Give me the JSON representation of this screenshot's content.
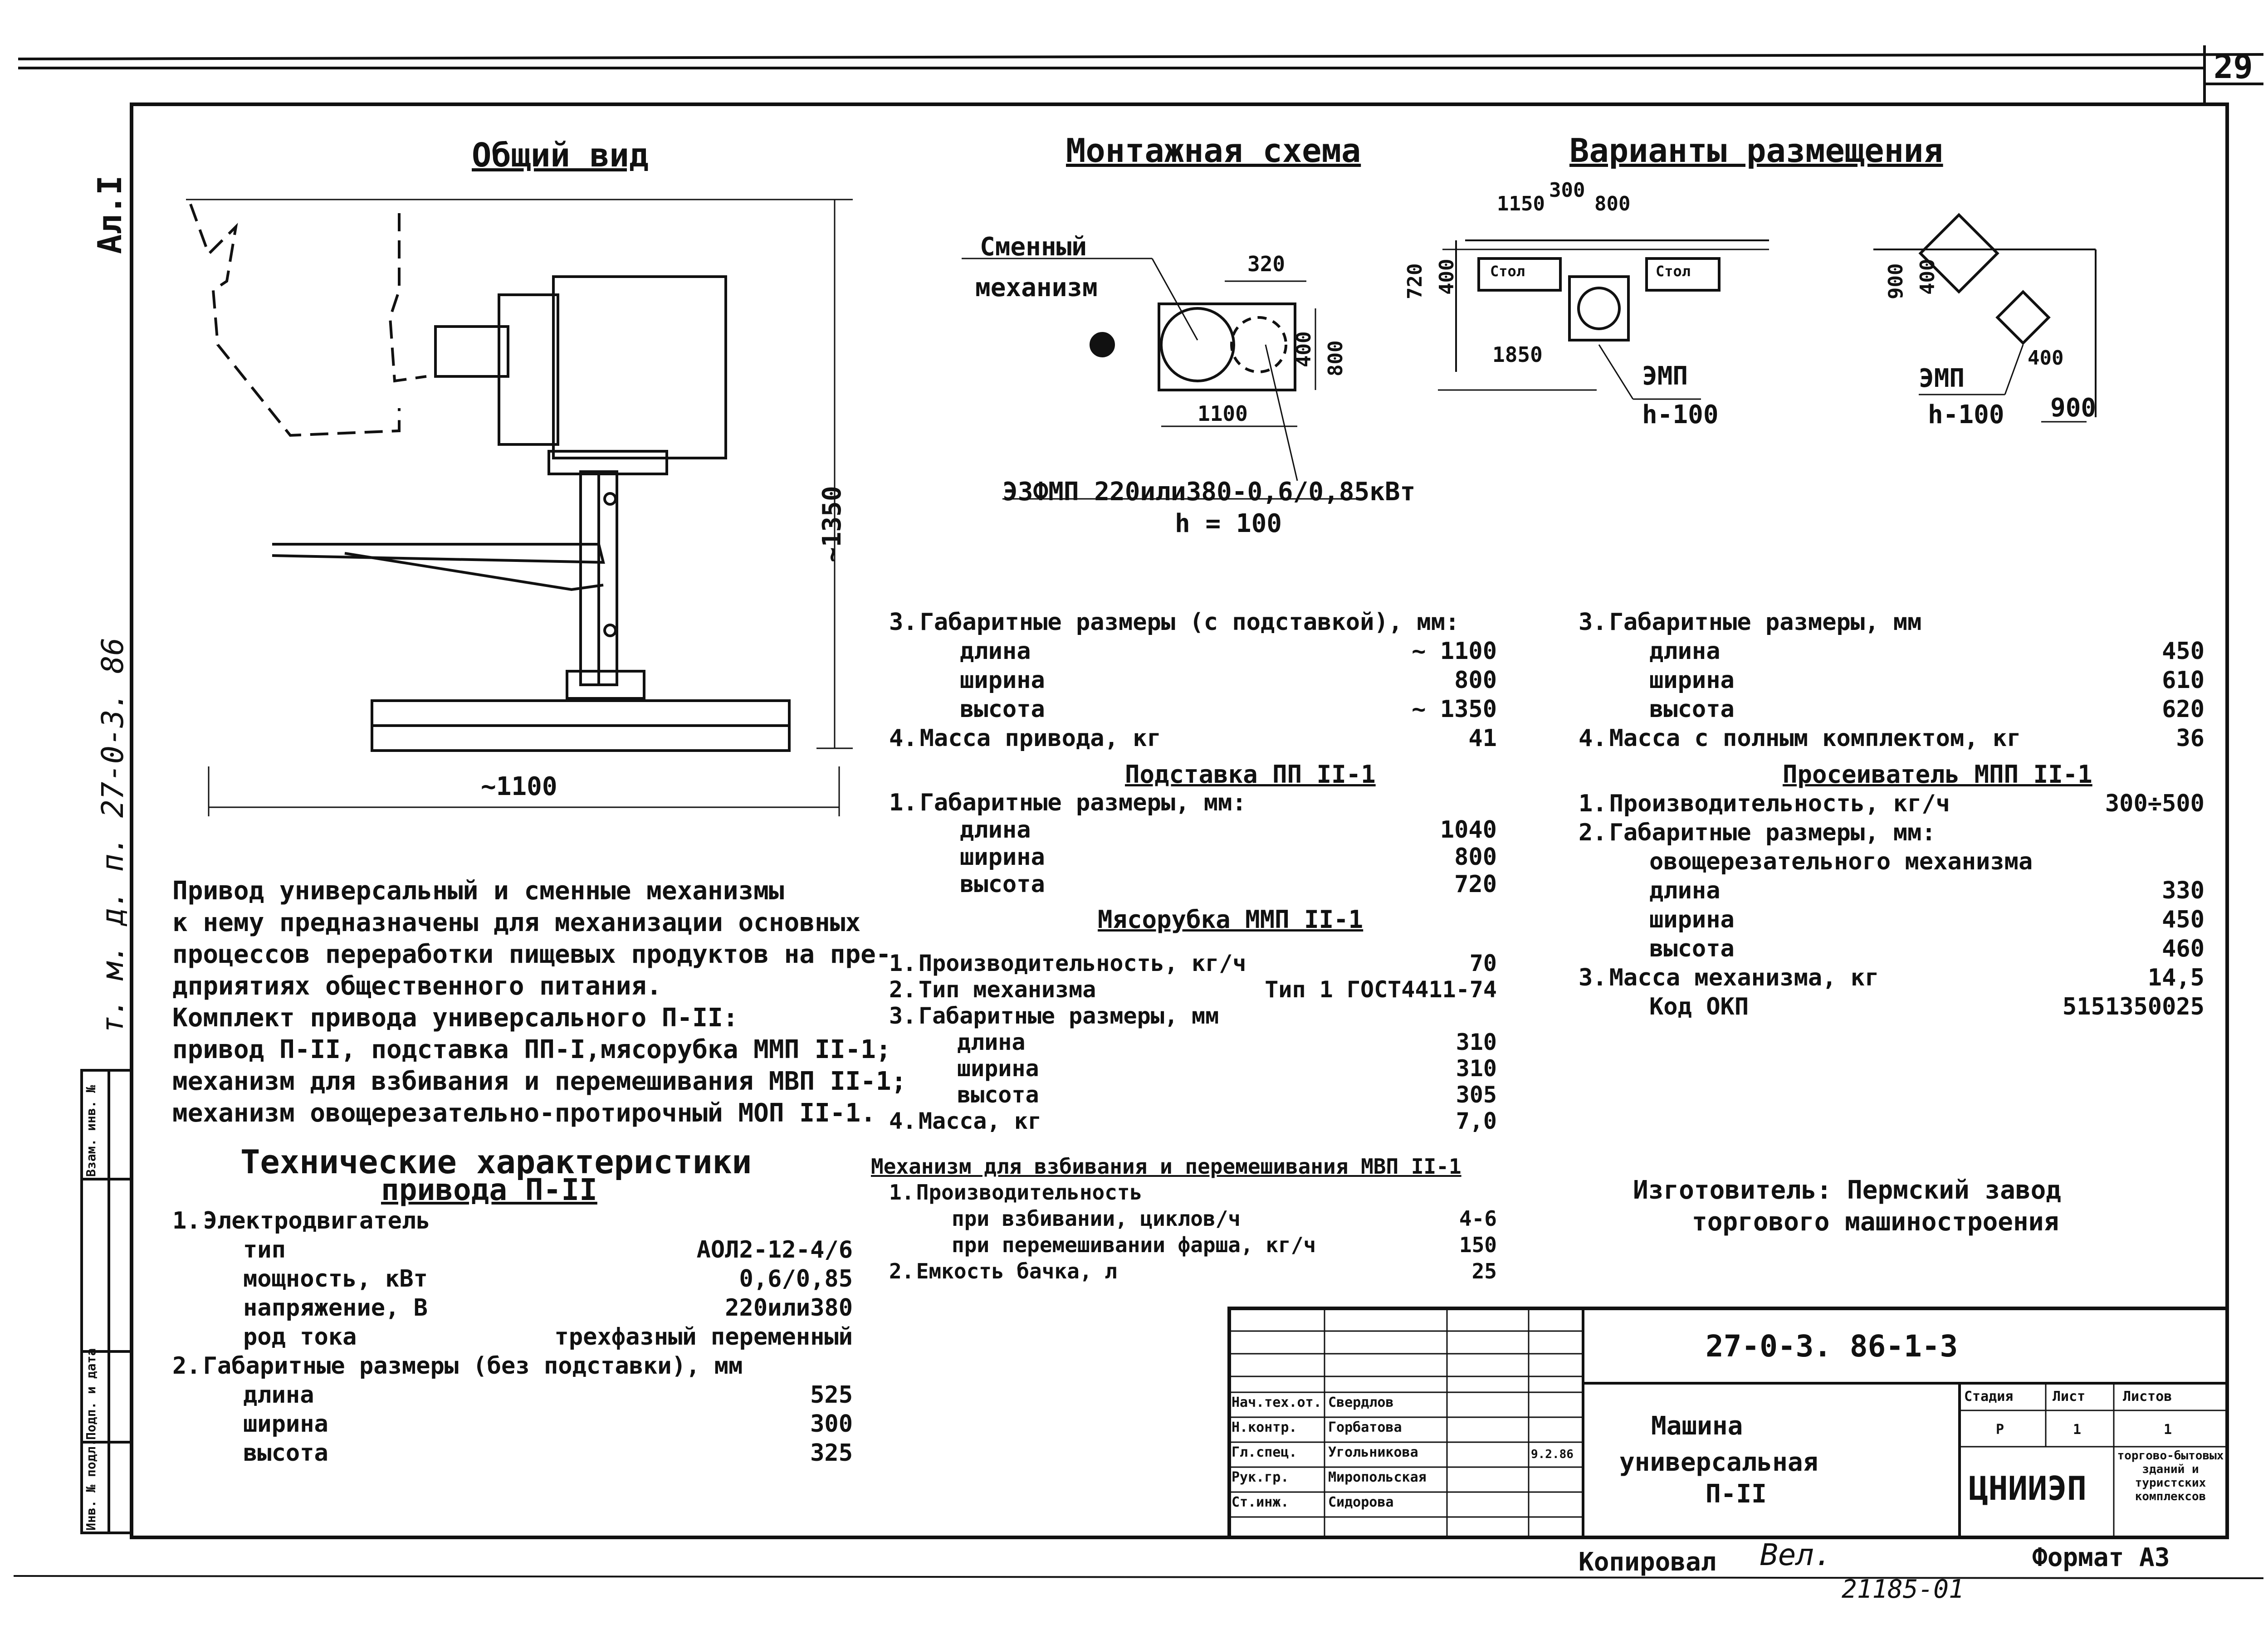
{
  "sheet": {
    "number": "29",
    "corner_code": "Ал.I",
    "left_code": "т. м. д. п. 27-0-3. 86",
    "left_stamp": [
      "Инв. № подл.",
      "Подп. и дата",
      "Взам. инв. №"
    ]
  },
  "general_view": {
    "title": "Общий вид",
    "dim_width": "~1100",
    "dim_height": "~1350"
  },
  "mounting": {
    "title": "Монтажная схема",
    "label": [
      "Сменный",
      "механизм"
    ],
    "dim_320": "320",
    "dim_400": "400",
    "dim_800": "800",
    "dim_1100": "1100",
    "motor": "ЭЗФМП 220или380-0,6/0,85кВт",
    "h": "h = 100"
  },
  "placement": {
    "title": "Варианты размещения",
    "d1150": "1150",
    "d300": "300",
    "d800": "800",
    "d720": "720",
    "d400a": "400",
    "d1850": "1850",
    "stol1": "Стол",
    "stol2": "Стол",
    "emp1": "ЭМП",
    "h1": "h-100",
    "d900a": "900",
    "d400b": "400",
    "d400c": "400",
    "emp2": "ЭМП",
    "h2": "h-100",
    "d900b": "900"
  },
  "description": [
    "Привод универсальный и сменные механизмы",
    "к нему предназначены для механизации основных",
    "процессов переработки пищевых продуктов на пре-",
    "дприятиях общественного питания.",
    "Комплект привода универсального П-II:",
    "привод П-II, подставка ПП-I,мясорубка ММП II-1;",
    "механизм для взбивания и перемешивания МВП II-1;",
    "механизм овощерезательно-протирочный МОП II-1."
  ],
  "tech": {
    "title": "Технические характеристики",
    "subtitle": "привода П-II",
    "items": [
      {
        "n": "1.",
        "label": "Электродвигатель",
        "value": ""
      },
      {
        "n": "",
        "label": "тип",
        "value": "АОЛ2-12-4/6"
      },
      {
        "n": "",
        "label": "мощность, кВт",
        "value": "0,6/0,85"
      },
      {
        "n": "",
        "label": "напряжение, В",
        "value": "220или380"
      },
      {
        "n": "",
        "label": "род тока",
        "value": "трехфазный переменный"
      },
      {
        "n": "2.",
        "label": "Габаритные размеры (без подставки), мм",
        "value": ""
      },
      {
        "n": "",
        "label": "длина",
        "value": "525"
      },
      {
        "n": "",
        "label": "ширина",
        "value": "300"
      },
      {
        "n": "",
        "label": "высота",
        "value": "325"
      }
    ]
  },
  "mid": {
    "items": [
      {
        "n": "3.",
        "label": "Габаритные размеры (с подставкой), мм:",
        "value": ""
      },
      {
        "n": "",
        "label": "длина",
        "value": "~ 1100"
      },
      {
        "n": "",
        "label": "ширина",
        "value": "800"
      },
      {
        "n": "",
        "label": "высота",
        "value": "~ 1350"
      },
      {
        "n": "4.",
        "label": "Масса привода, кг",
        "value": "41"
      }
    ],
    "stand_title": "Подставка ПП II-1",
    "stand": [
      {
        "n": "1.",
        "label": "Габаритные размеры, мм:",
        "value": ""
      },
      {
        "n": "",
        "label": "длина",
        "value": "1040"
      },
      {
        "n": "",
        "label": "ширина",
        "value": "800"
      },
      {
        "n": "",
        "label": "высота",
        "value": "720"
      }
    ],
    "mincer_title": "Мясорубка ММП II-1",
    "mincer": [
      {
        "n": "1.",
        "label": "Производительность, кг/ч",
        "value": "70"
      },
      {
        "n": "2.",
        "label": "Тип механизма",
        "value": "Тип 1 ГОСТ4411-74"
      },
      {
        "n": "3.",
        "label": "Габаритные размеры, мм",
        "value": ""
      },
      {
        "n": "",
        "label": "длина",
        "value": "310"
      },
      {
        "n": "",
        "label": "ширина",
        "value": "310"
      },
      {
        "n": "",
        "label": "высота",
        "value": "305"
      },
      {
        "n": "4.",
        "label": "Масса, кг",
        "value": "7,0"
      }
    ],
    "mixer_title": "Механизм для взбивания и перемешивания МВП II-1",
    "mixer": [
      {
        "n": "1.",
        "label": "Производительность",
        "value": ""
      },
      {
        "n": "",
        "label": "при взбивании, циклов/ч",
        "value": "4-6"
      },
      {
        "n": "",
        "label": "при перемешивании фарша, кг/ч",
        "value": "150"
      },
      {
        "n": "2.",
        "label": "Емкость бачка, л",
        "value": "25"
      }
    ]
  },
  "right": {
    "items": [
      {
        "n": "3.",
        "label": "Габаритные размеры, мм",
        "value": ""
      },
      {
        "n": "",
        "label": "длина",
        "value": "450"
      },
      {
        "n": "",
        "label": "ширина",
        "value": "610"
      },
      {
        "n": "",
        "label": "высота",
        "value": "620"
      },
      {
        "n": "4.",
        "label": "Масса с полным комплектом, кг",
        "value": "36"
      }
    ],
    "sieve_title": "Просеиватель МПП II-1",
    "sieve": [
      {
        "n": "1.",
        "label": "Производительность, кг/ч",
        "value": "300÷500"
      },
      {
        "n": "2.",
        "label": "Габаритные размеры, мм:",
        "value": ""
      },
      {
        "n": "",
        "label": "овощерезательного механизма",
        "value": ""
      },
      {
        "n": "",
        "label": "длина",
        "value": "330"
      },
      {
        "n": "",
        "label": "ширина",
        "value": "450"
      },
      {
        "n": "",
        "label": "высота",
        "value": "460"
      },
      {
        "n": "3.",
        "label": "Масса механизма, кг",
        "value": "14,5"
      },
      {
        "n": "",
        "label": "Код ОКП",
        "value": "5151350025"
      }
    ],
    "maker": [
      "Изготовитель: Пермский завод",
      "торгового машиностроения"
    ]
  },
  "stamp": {
    "code": "27-0-3. 86-1-3",
    "title": [
      "Машина",
      "универсальная",
      "П-II"
    ],
    "people": [
      {
        "role": "Нач.тех.от.",
        "name": "Свердлов"
      },
      {
        "role": "Н.контр.",
        "name": "Горбатова"
      },
      {
        "role": "Гл.спец.",
        "name": "Угольникова"
      },
      {
        "role": "Рук.гр.",
        "name": "Миропольская"
      },
      {
        "role": "Ст.инж.",
        "name": "Сидорова"
      }
    ],
    "date": "9.2.86",
    "stage_h": "Стадия",
    "sheet_h": "Лист",
    "sheets_h": "Листов",
    "stage": "Р",
    "sheet": "1",
    "sheets": "1",
    "org": "ЦНИИЭП",
    "org_note": "торгово-бытовых зданий и туристских комплексов"
  },
  "footer": {
    "copied": "Копировал",
    "sign": "Вел.",
    "format": "Формат А3",
    "num": "21185-01"
  }
}
